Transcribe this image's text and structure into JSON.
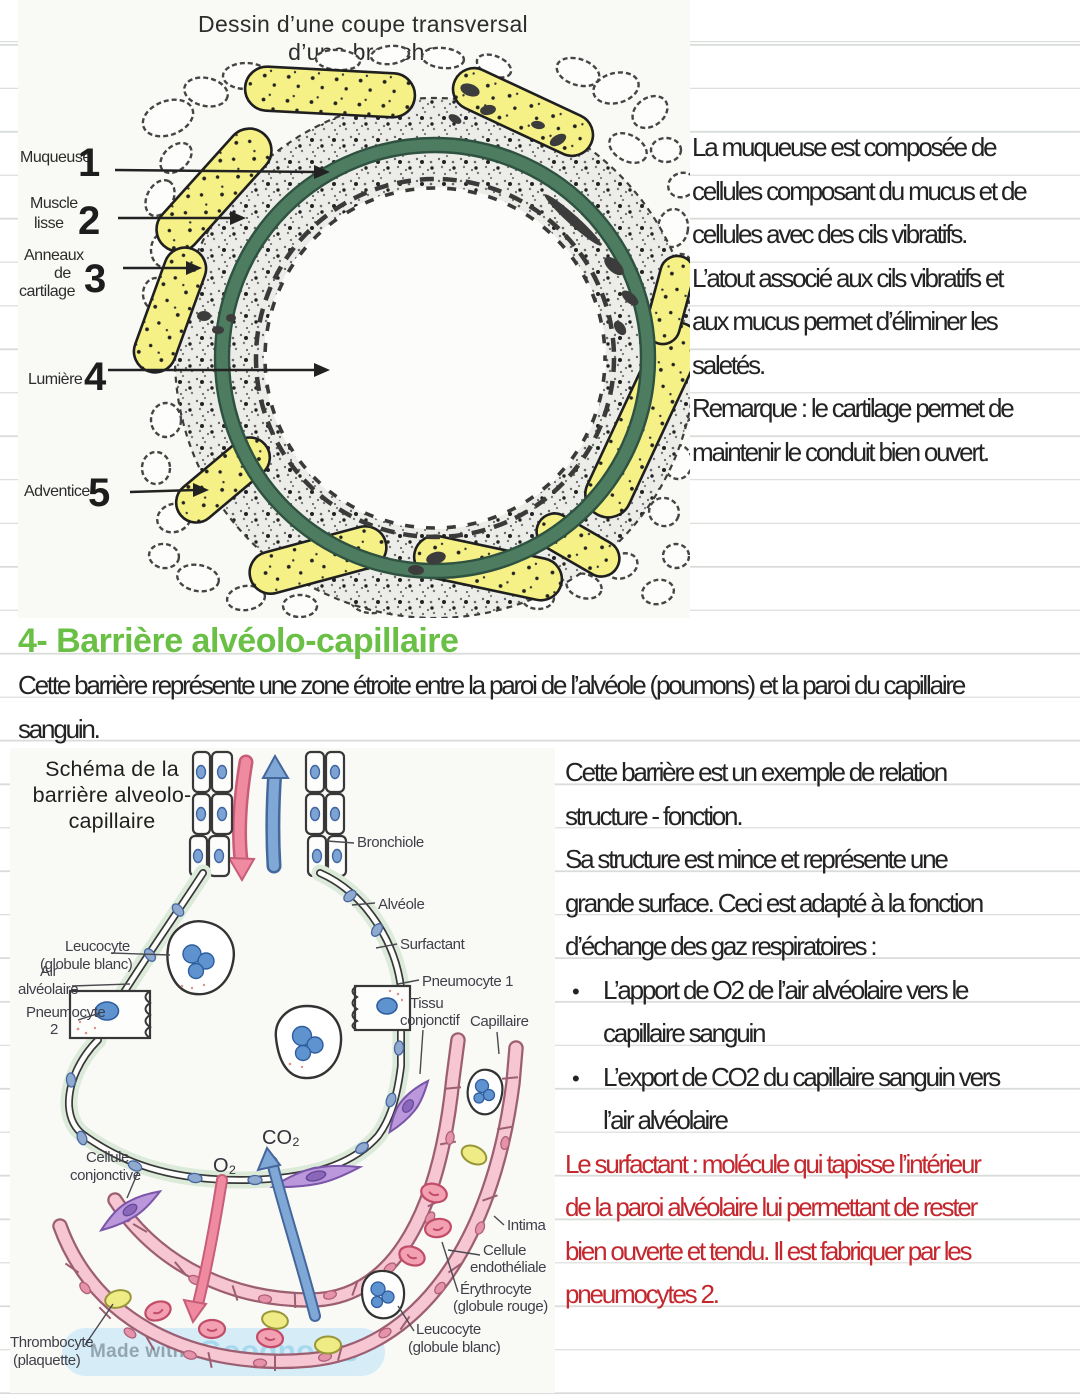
{
  "colors": {
    "heading_green": "#6abf45",
    "note_red": "#c4282e",
    "ink": "#232323",
    "rule_line": "#d9ddd9",
    "label_ink": "#3f3f49"
  },
  "section": {
    "heading": "4- Barrière alvéolo-capillaire",
    "intro_line1": "Cette barrière représente une zone étroite entre la paroi de l’alvéole (poumons) et la paroi du capillaire",
    "intro_line2": "sanguin."
  },
  "notes_top": {
    "lines": [
      "La muqueuse est composée de",
      "cellules composant du mucus et de",
      "cellules avec des cils vibratifs.",
      "L’atout associé aux cils vibratifs et",
      "aux mucus permet d’éliminer les",
      "saletés.",
      "Remarque : le cartilage permet de",
      "maintenir le conduit bien ouvert."
    ]
  },
  "notes_bottom": {
    "bullet_char": "•",
    "black": [
      "Cette barrière est un exemple de relation",
      "structure - fonction.",
      "Sa structure est mince et représente une",
      "grande surface. Ceci est adapté à la fonction",
      "d’échange des gaz respiratoires :",
      "L’apport de O2 de l’air alvéolaire vers le",
      "capillaire sanguin",
      "L’export de CO2 du capillaire sanguin vers",
      "l’air alvéolaire"
    ],
    "red": [
      "Le surfactant : molécule qui tapisse l’intérieur",
      "de la paroi alvéolaire lui permettant de rester",
      "bien ouverte et tendu. Il est fabriquer par les",
      "pneumocytes 2."
    ]
  },
  "bronchus_figure": {
    "title_line1": "Dessin d’une coupe transversal",
    "title_line2": "d’une bronche",
    "labels": {
      "l1": "Muqueuse",
      "n1": "1",
      "l2a": "Muscle",
      "l2b": "lisse",
      "n2": "2",
      "l3a": "Anneaux",
      "l3b": "de",
      "l3c": "cartilage",
      "n3": "3",
      "l4": "Lumière",
      "n4": "4",
      "l5": "Adventice",
      "n5": "5"
    }
  },
  "schema_figure": {
    "title_line1": "Schéma de la",
    "title_line2": "barrière alveolo-",
    "title_line3": "capillaire",
    "labels": {
      "bronchiole": "Bronchiole",
      "alveole": "Alvéole",
      "surfactant": "Surfactant",
      "pneumocyte1": "Pneumocyte 1",
      "tissu_l1": "Tissu",
      "tissu_l2": "conjonctif",
      "capillaire": "Capillaire",
      "leucocyte_top_l1": "Leucocyte",
      "leucocyte_top_l2": "(globule blanc)",
      "air_l1": "Air",
      "air_l2": "alvéolaire",
      "pneumocyte2_l1": "Pneumocyte",
      "pneumocyte2_l2": "2",
      "cellule_conj_l1": "Cellule",
      "cellule_conj_l2": "conjonctive",
      "thrombocyte_l1": "Thrombocyte",
      "thrombocyte_l2": "(plaquette)",
      "intima": "Intima",
      "endothel_l1": "Cellule",
      "endothel_l2": "endothéliale",
      "erythrocyte_l1": "Érythrocyte",
      "erythrocyte_l2": "(globule rouge)",
      "leucocyte_bottom_l1": "Leucocyte",
      "leucocyte_bottom_l2": "(globule blanc)",
      "o2": "O₂",
      "co2": "CO₂"
    }
  },
  "watermark": {
    "prefix": "Made with",
    "brand": "Goodnotes"
  }
}
